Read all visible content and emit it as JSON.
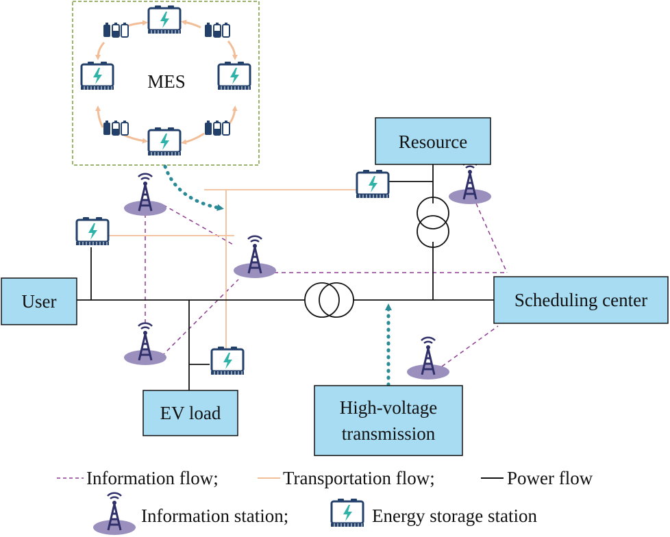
{
  "colors": {
    "box_fill": "#a7dcf2",
    "info_flow": "#8e3a93",
    "transport_flow": "#f1be98",
    "power_flow": "#111111",
    "mes_border": "#7a9a3a",
    "arrow_dotted": "#2a8a95",
    "tower": "#2f2f6a",
    "tower_base": "#9b90bd",
    "battery": "#23406b",
    "bolt": "#2fb3a8"
  },
  "mes": {
    "label": "MES"
  },
  "nodes": {
    "resource": "Resource",
    "user": "User",
    "scheduling_center": "Scheduling center",
    "ev_load": "EV load",
    "hv_line1": "High-voltage",
    "hv_line2": "transmission"
  },
  "legend": {
    "information_flow": "Information flow;",
    "transportation_flow": "Transportation flow;",
    "power_flow": "Power flow",
    "information_station": "Information station;",
    "energy_storage_station": "Energy storage station"
  },
  "icons": {
    "tower": "radio-tower-icon",
    "storage": "battery-charging-icon",
    "cells": "battery-cells-icon"
  }
}
